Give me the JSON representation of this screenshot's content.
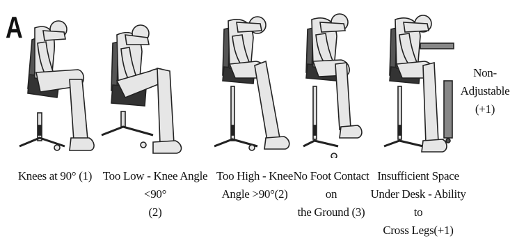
{
  "panel_label": "A",
  "figures": [
    {
      "caption": "Knees at 90° (1)",
      "icon": "sitting-person-knees-90-icon"
    },
    {
      "caption": "Too Low - Knee Angle <90° (2)",
      "caption_lines": [
        "Too Low - Knee Angle <90°",
        "(2)"
      ],
      "icon": "sitting-person-too-low-icon"
    },
    {
      "caption_lines": [
        "Too High  - Knee",
        "Angle >90°(2)"
      ],
      "icon": "sitting-person-too-high-icon"
    },
    {
      "caption_lines": [
        "No Foot Contact on",
        "the Ground (3)"
      ],
      "icon": "sitting-person-no-foot-contact-icon"
    },
    {
      "caption_lines": [
        "Insufficient Space",
        "Under Desk - Ability to",
        "Cross Legs(+1)"
      ],
      "icon": "sitting-person-under-desk-icon"
    }
  ],
  "side_label": {
    "line1": "Non-Adjustable",
    "line2": "(+1)"
  }
}
